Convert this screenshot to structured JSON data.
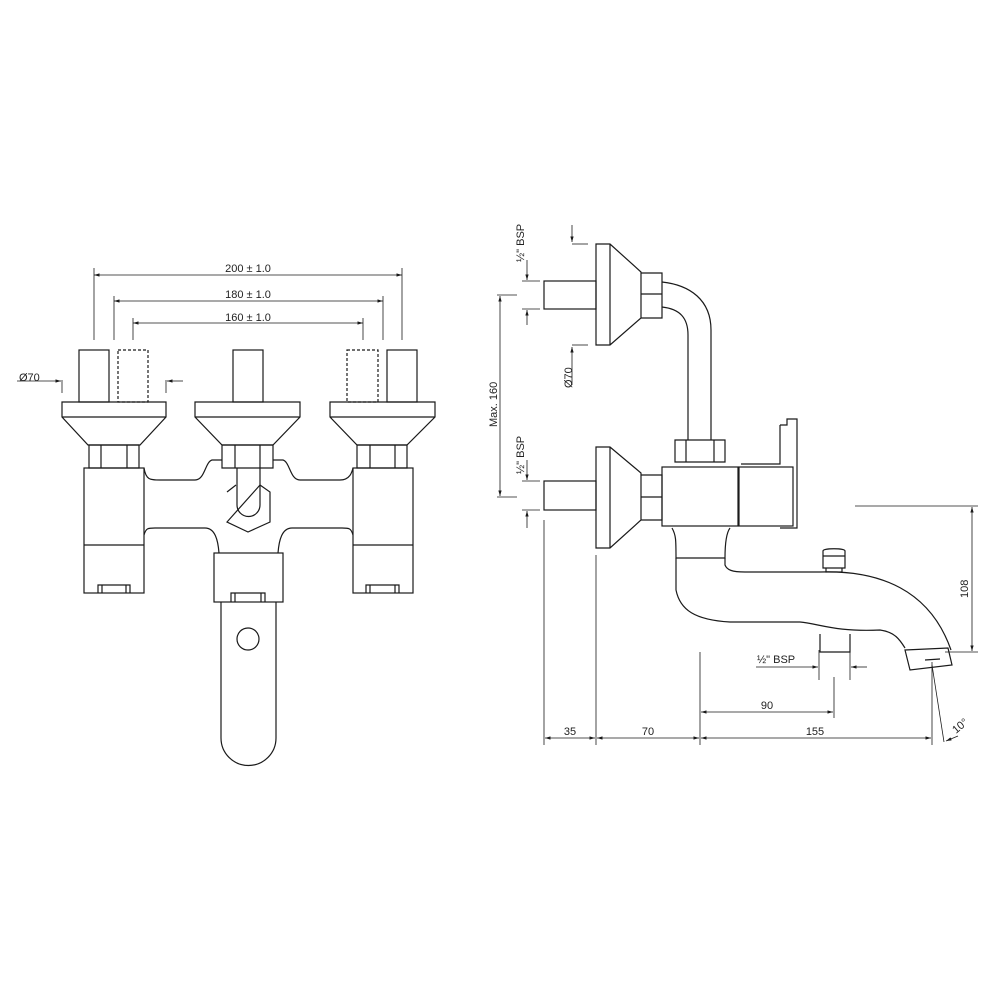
{
  "front_view": {
    "dim_outer": "200 ± 1.0",
    "dim_middle": "180 ± 1.0",
    "dim_inner": "160 ± 1.0",
    "flange_diameter": "Ø70"
  },
  "side_view": {
    "bsp_upper": "½\" BSP",
    "flange_diameter": "Ø70",
    "max_centres": "Max. 160",
    "bsp_lower": "½\" BSP",
    "height": "108",
    "bsp_outlet": "½\" BSP",
    "outlet_offset": "90",
    "dim_35": "35",
    "dim_70": "70",
    "dim_155": "155",
    "spout_angle": "10°"
  },
  "colors": {
    "line": "#1a1a1a",
    "background": "#ffffff"
  }
}
